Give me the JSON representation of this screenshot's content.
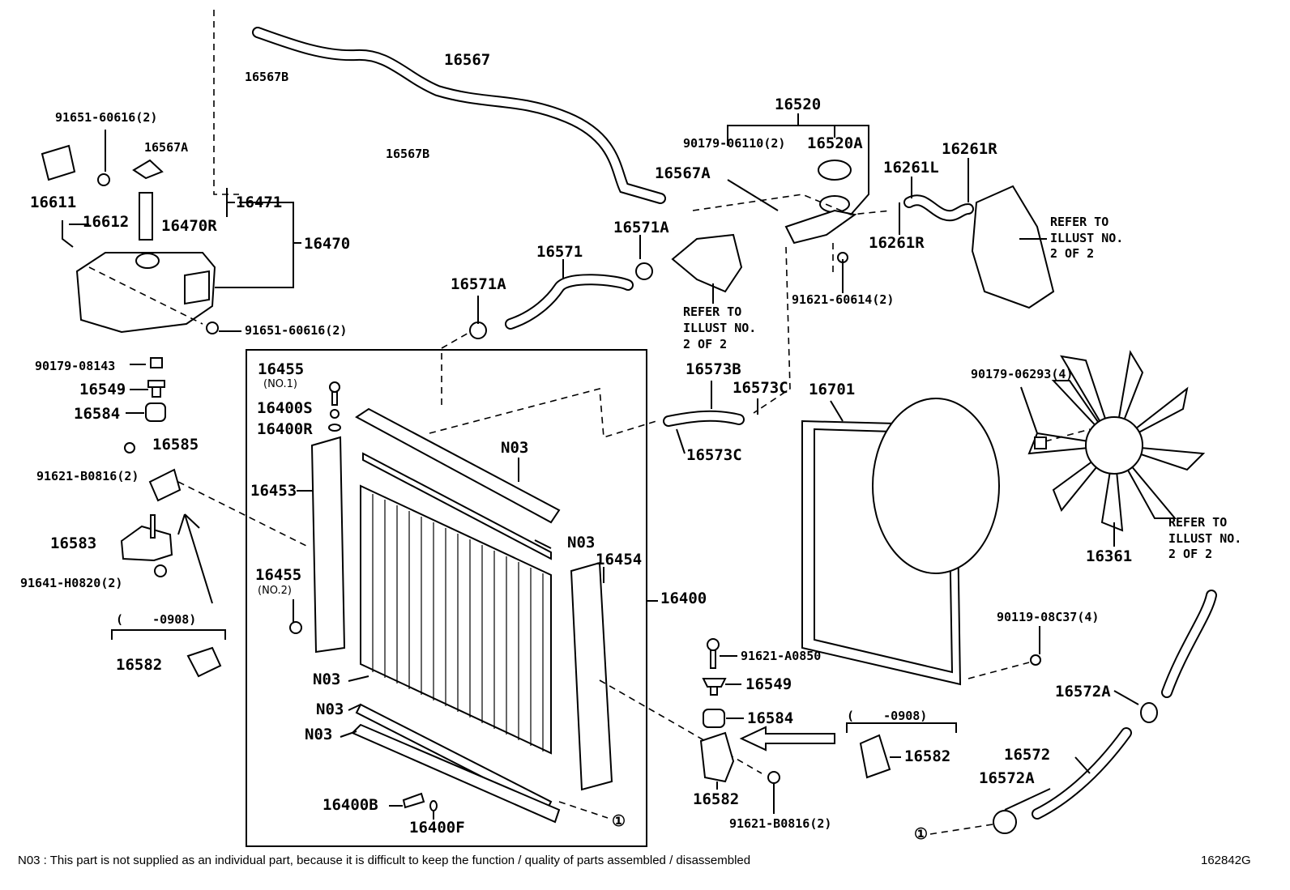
{
  "labels": [
    "16567",
    "16567B",
    "16567B",
    "91651-60616(2)",
    "16567A",
    "16611",
    "16612",
    "16470R",
    "16471",
    "16470",
    "91651-60616(2)",
    "90179-08143",
    "16549",
    "16584",
    "16585",
    "91621-B0816(2)",
    "16583",
    "91641-H0820(2)",
    "(    -0908)",
    "16582",
    "16455",
    "(NO.1)",
    "16400S",
    "16400R",
    "16453",
    "16455",
    "(NO.2)",
    "N03",
    "N03",
    "N03",
    "N03",
    "N03",
    "16454",
    "16400",
    "16400B",
    "16400F",
    "①",
    "16571A",
    "16571",
    "16571A",
    "REFER TO",
    "ILLUST NO.",
    "2 OF 2",
    "16520",
    "90179-06110(2)",
    "16520A",
    "16567A",
    "16261L",
    "16261R",
    "16261R",
    "91621-60614(2)",
    "REFER TO",
    "ILLUST NO.",
    "2 OF 2",
    "16573B",
    "16573C",
    "16573C",
    "16701",
    "90179-06293(4)",
    "16361",
    "REFER TO",
    "ILLUST NO.",
    "2 OF 2",
    "90119-08C37(4)",
    "91621-A0850",
    "16549",
    "16584",
    "(    -0908)",
    "16582",
    "16582",
    "91621-B0816(2)",
    "16572A",
    "16572",
    "16572A",
    "①"
  ],
  "footer": {
    "note": "N03 : This part is not supplied as an individual part, because it is difficult to keep the function / quality of parts assembled / disassembled",
    "illustration_code": "162842G"
  }
}
